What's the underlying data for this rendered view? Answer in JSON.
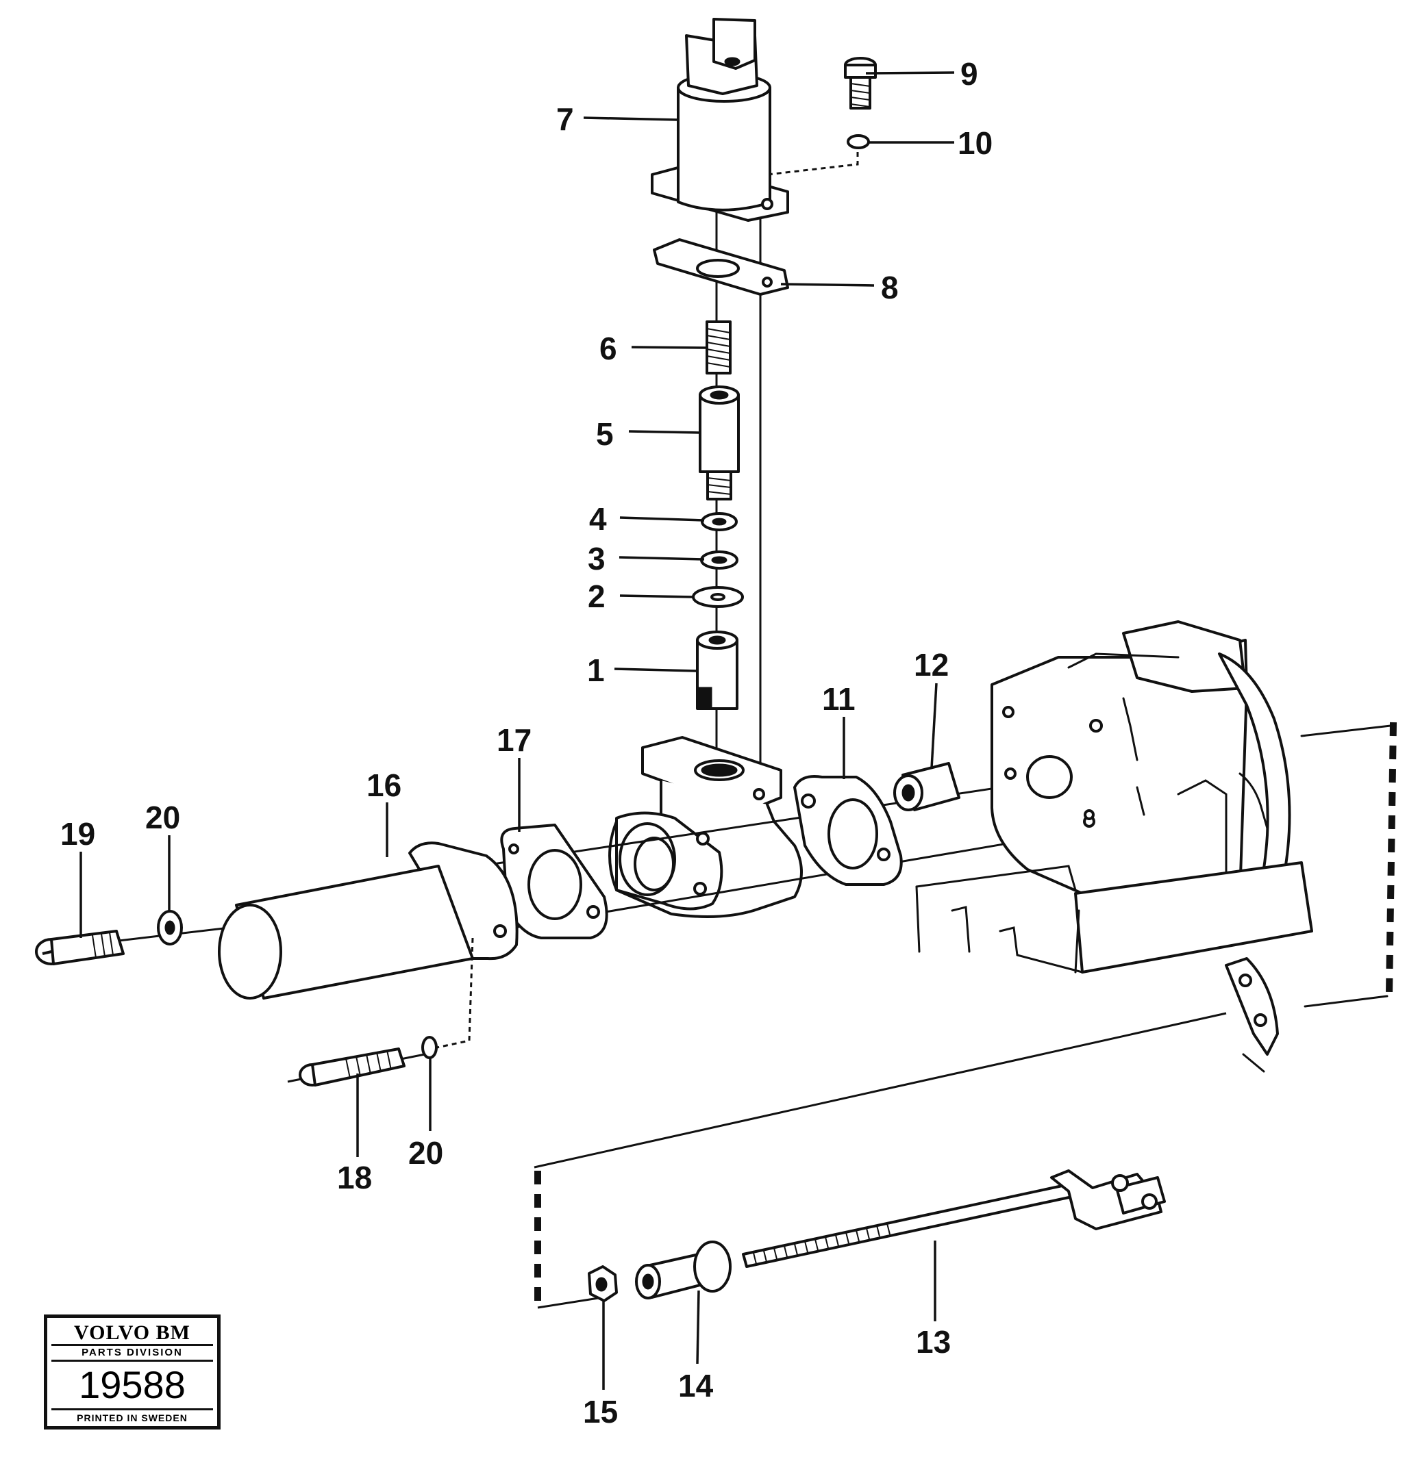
{
  "callouts": {
    "c1": "1",
    "c2": "2",
    "c3": "3",
    "c4": "4",
    "c5": "5",
    "c6": "6",
    "c7": "7",
    "c8": "8",
    "c9": "9",
    "c10": "10",
    "c11": "11",
    "c12": "12",
    "c13": "13",
    "c14": "14",
    "c15": "15",
    "c16": "16",
    "c17": "17",
    "c18": "18",
    "c19": "19",
    "c20": "20"
  },
  "stamp": {
    "brand": "VOLVO BM",
    "division": "PARTS DIVISION",
    "number": "19588",
    "printed": "PRINTED IN SWEDEN"
  }
}
